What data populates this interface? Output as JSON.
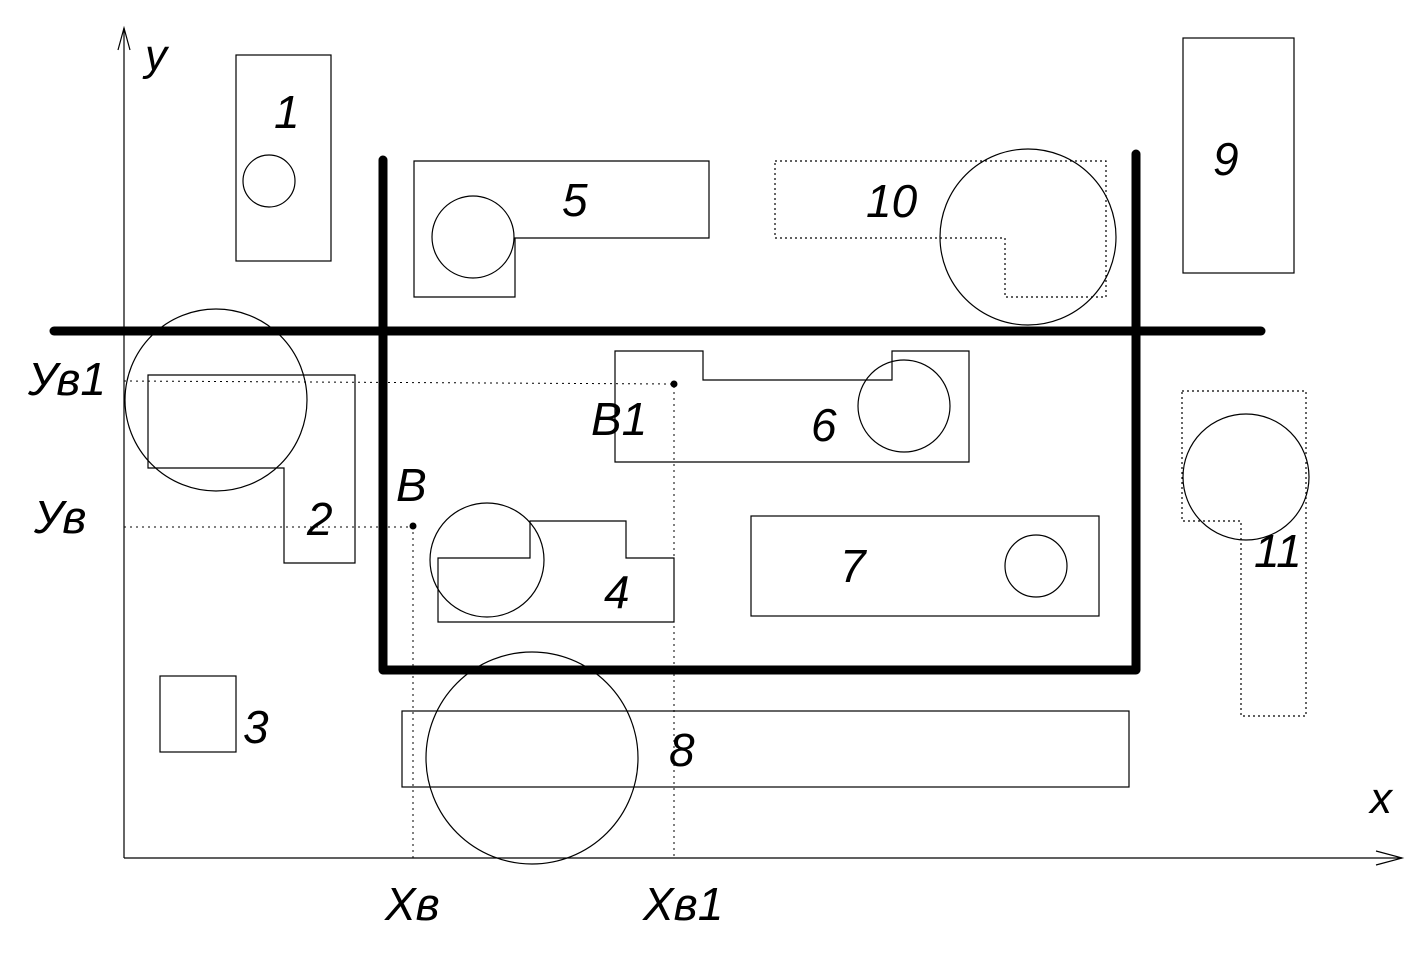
{
  "axes": {
    "x": "x",
    "y": "y"
  },
  "objects": [
    "1",
    "2",
    "3",
    "4",
    "5",
    "6",
    "7",
    "8",
    "9",
    "10",
    "11"
  ],
  "points": {
    "b": "B",
    "b1": "B1"
  },
  "coord_labels": {
    "yb1": "Ув1",
    "yb": "Ув",
    "xb": "Хв",
    "xb1": "Хв1"
  }
}
